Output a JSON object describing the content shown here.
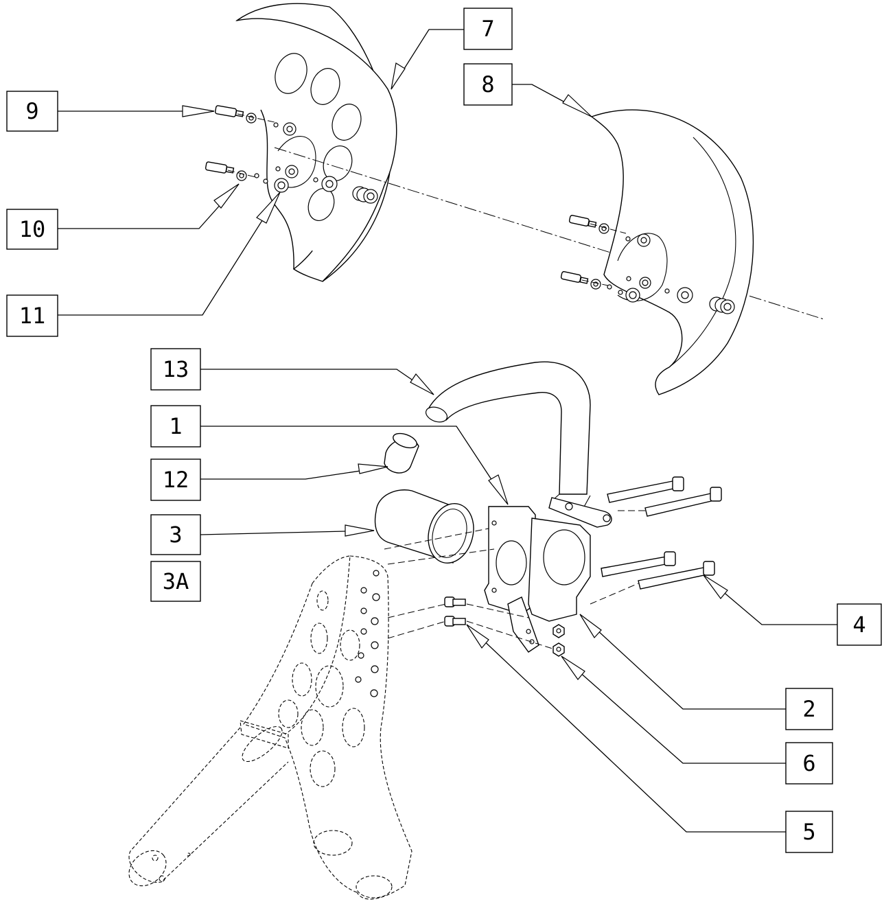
{
  "callouts": {
    "c1": "1",
    "c2": "2",
    "c3": "3",
    "c3a": "3A",
    "c4": "4",
    "c5": "5",
    "c6": "6",
    "c7": "7",
    "c8": "8",
    "c9": "9",
    "c10": "10",
    "c11": "11",
    "c12": "12",
    "c13": "13"
  }
}
